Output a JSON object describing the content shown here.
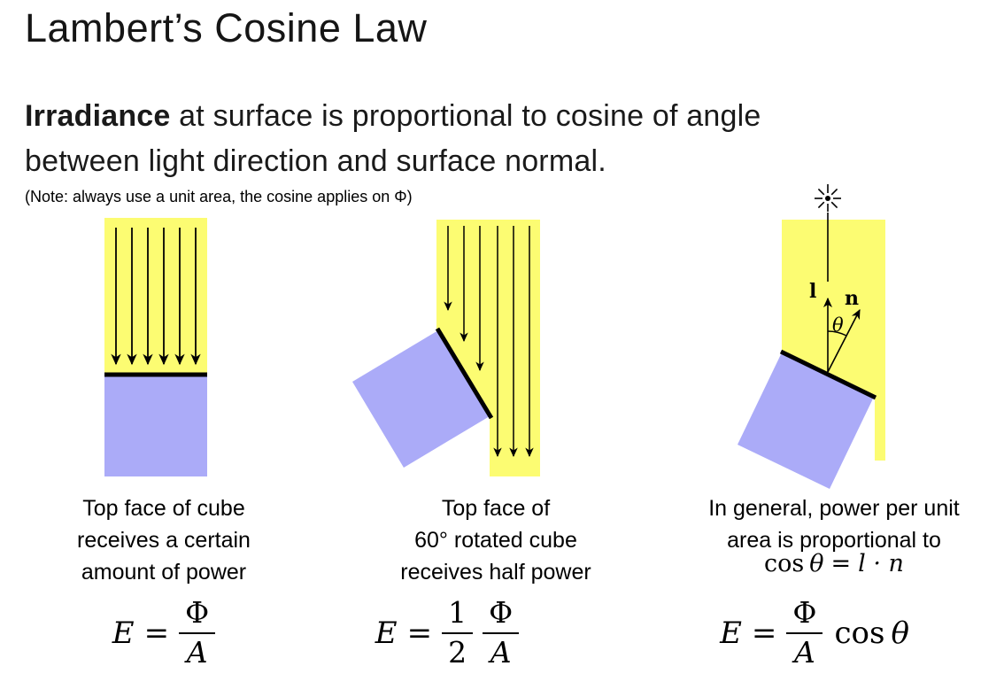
{
  "slide": {
    "title": "Lambert’s Cosine Law",
    "body_bold": "Irradiance",
    "body_line1_rest": " at surface is proportional to cosine of angle",
    "body_line2": "between light direction and surface normal.",
    "note": "(Note: always use a unit area, the cosine applies on Φ)"
  },
  "colors": {
    "beam_yellow": "#FCFC72",
    "cube_purple": "#ABABF8",
    "ink": "#000000"
  },
  "diagrams": {
    "labels": {
      "light_vector": "l",
      "normal_vector": "n",
      "angle": "θ"
    }
  },
  "figures": [
    {
      "caption": "Top face of cube\nreceives a certain\namount of power",
      "formula": {
        "lhs": "E",
        "eq": "=",
        "num": "Φ",
        "den": "A"
      }
    },
    {
      "caption": "Top face of\n60° rotated cube\nreceives half power",
      "formula": {
        "lhs": "E",
        "eq": "=",
        "coef_num": "1",
        "coef_den": "2",
        "num": "Φ",
        "den": "A"
      }
    },
    {
      "caption": "In general, power per unit\narea is proportional to",
      "math_line": {
        "fn": "cos",
        "var": "θ",
        "eq": "=",
        "rhs": "l · n"
      },
      "formula": {
        "lhs": "E",
        "eq": "=",
        "num": "Φ",
        "den": "A",
        "suffix_fn": "cos",
        "suffix_var": "θ"
      }
    }
  ]
}
